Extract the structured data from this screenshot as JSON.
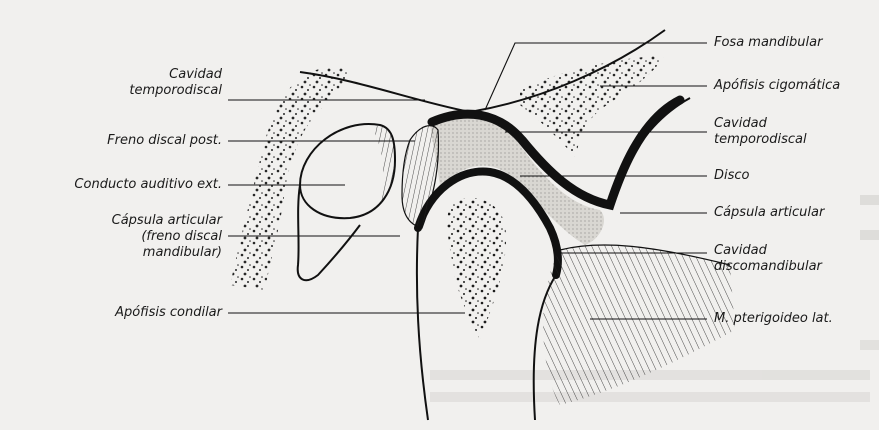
{
  "labels_left": [
    {
      "id": "cavidad-temporodiscal-left",
      "lines": [
        "Cavidad",
        "temporodiscal"
      ]
    },
    {
      "id": "freno-discal-post",
      "lines": [
        "Freno discal post."
      ]
    },
    {
      "id": "conducto-auditivo",
      "lines": [
        "Conducto auditivo ext."
      ]
    },
    {
      "id": "capsula-articular-left",
      "lines": [
        "Cápsula articular",
        "(freno discal",
        "mandibular)"
      ]
    },
    {
      "id": "apofisis-condilar",
      "lines": [
        "Apófisis condilar"
      ]
    }
  ],
  "labels_right": [
    {
      "id": "fosa-mandibular",
      "lines": [
        "Fosa mandibular"
      ]
    },
    {
      "id": "apofisis-cigomatica",
      "lines": [
        "Apófisis cigomática"
      ]
    },
    {
      "id": "cavidad-temporodiscal-right",
      "lines": [
        "Cavidad",
        "temporodiscal"
      ]
    },
    {
      "id": "disco",
      "lines": [
        "Disco"
      ]
    },
    {
      "id": "capsula-articular-right",
      "lines": [
        "Cápsula articular"
      ]
    },
    {
      "id": "cavidad-discomandibular",
      "lines": [
        "Cavidad",
        "discomandibular"
      ]
    },
    {
      "id": "m-pterigoideo-lat",
      "lines": [
        "M. pterigoideo lat."
      ]
    }
  ],
  "colors": {
    "ink": "#111111",
    "paper": "#f1f0ee",
    "disc": "#d9d7d2"
  }
}
